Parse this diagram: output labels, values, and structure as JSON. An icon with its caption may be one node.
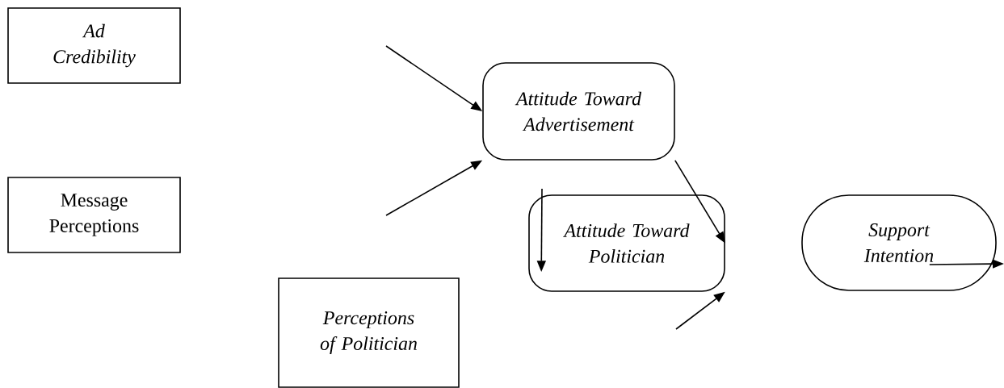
{
  "diagram": {
    "nodes": [
      {
        "text": [
          "Ad Credibility"
        ]
      },
      {
        "text": [
          "Message Perceptions"
        ]
      },
      {
        "text": [
          "Attitude Toward Advertisement"
        ]
      },
      {
        "text": [
          "Attitude Toward Politician"
        ]
      },
      {
        "text": [
          "Perceptions of Politician"
        ]
      },
      {
        "text": [
          "Support Intention"
        ]
      }
    ],
    "edges": [
      {
        "from": null,
        "to": 2,
        "arrow": "to"
      },
      {
        "from": null,
        "to": 2,
        "arrow": "to"
      },
      {
        "from": 2,
        "to": 3,
        "arrow": "to"
      },
      {
        "from": null,
        "to": 3,
        "arrow": "to"
      },
      {
        "from": null,
        "to": 3,
        "arrow": "to"
      },
      {
        "from": 5,
        "to": null,
        "arrow": "to"
      }
    ]
  }
}
